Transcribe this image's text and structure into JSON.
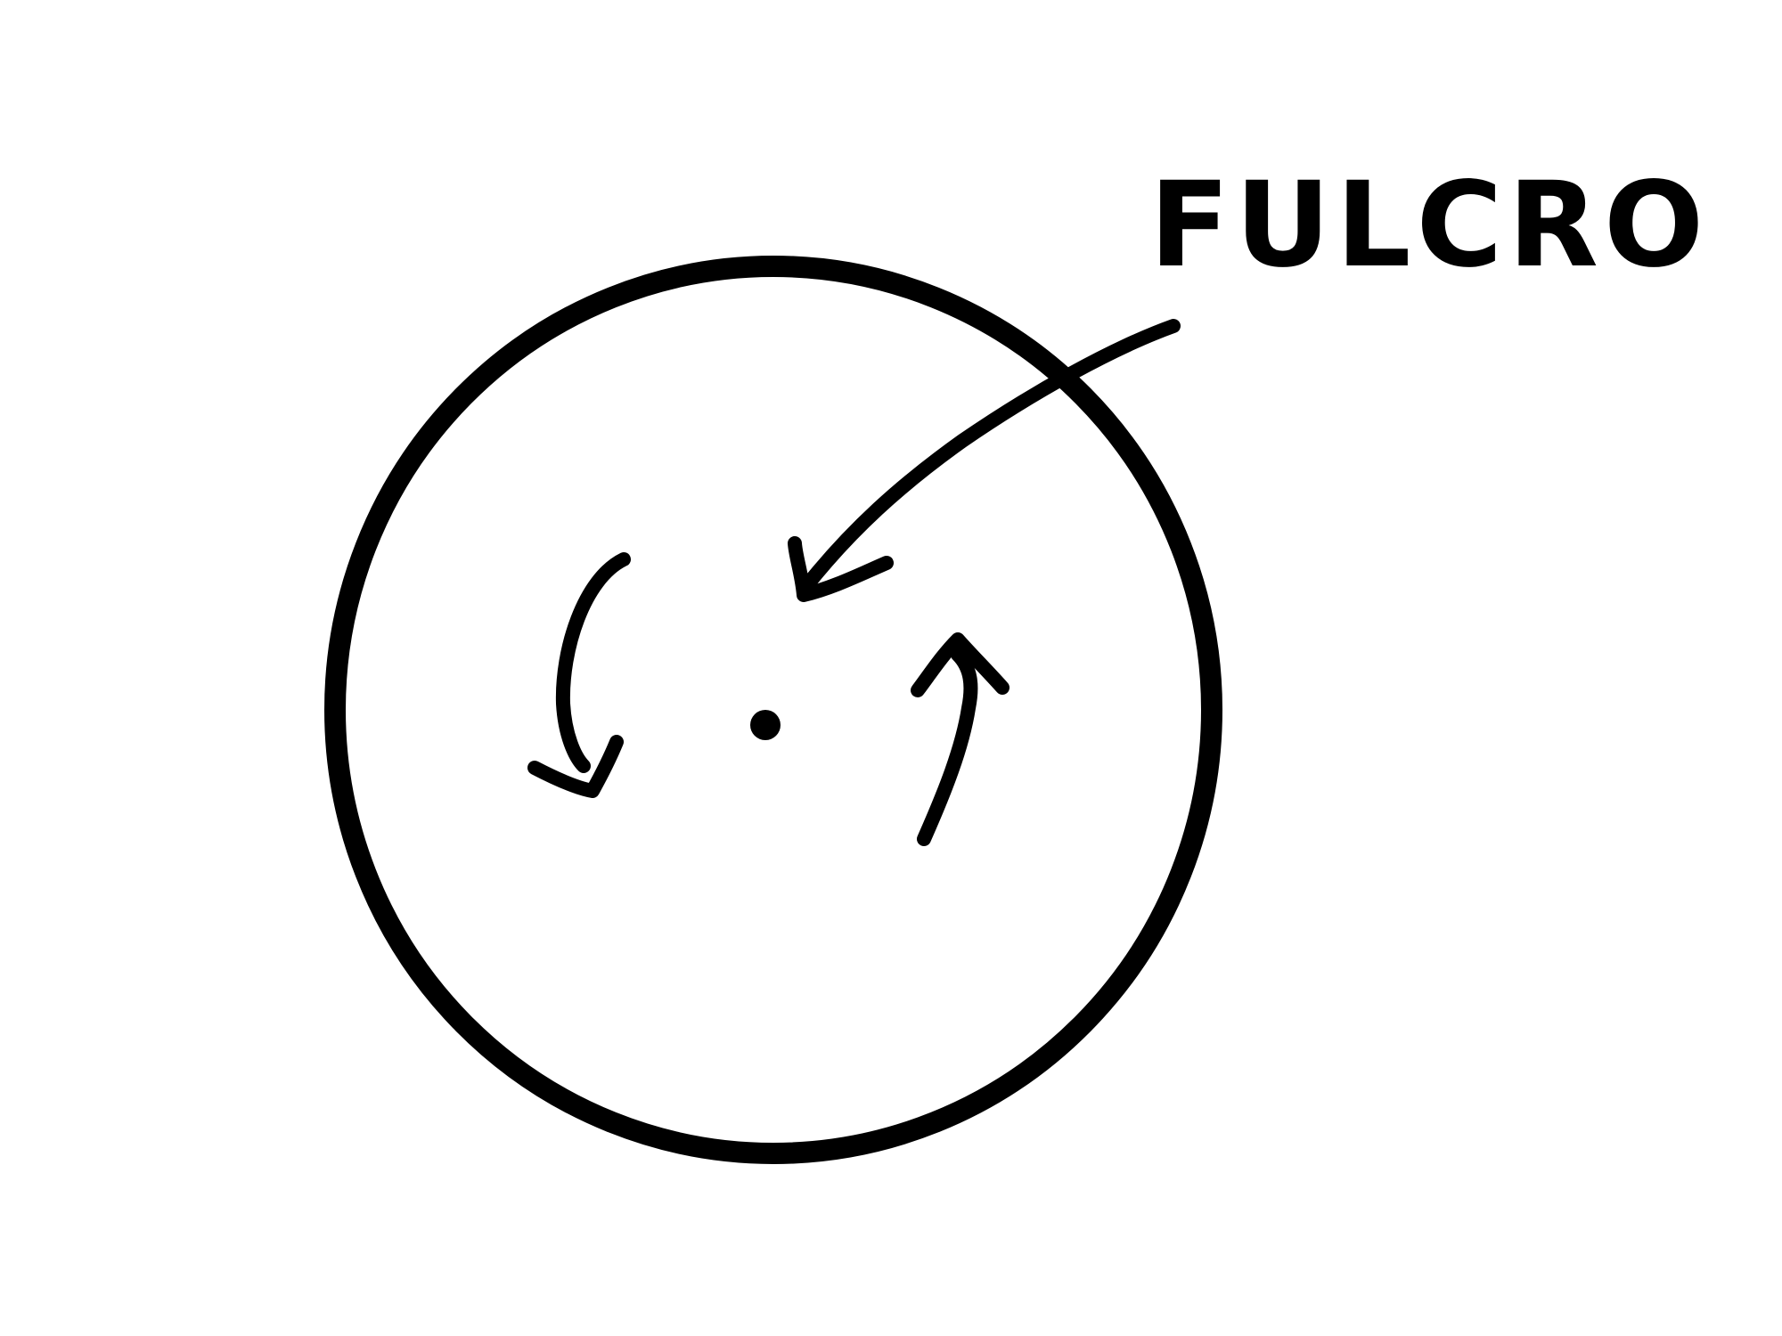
{
  "diagram": {
    "label": "FULCRO",
    "colors": {
      "ink": "#000000",
      "background": "#ffffff"
    },
    "elements": {
      "wheel": "circle",
      "pivot": "dot",
      "rotation_arrows": [
        "counterclockwise-left-arrow",
        "counterclockwise-right-arrow"
      ],
      "pointer": "curved-arrow-to-pivot"
    }
  }
}
